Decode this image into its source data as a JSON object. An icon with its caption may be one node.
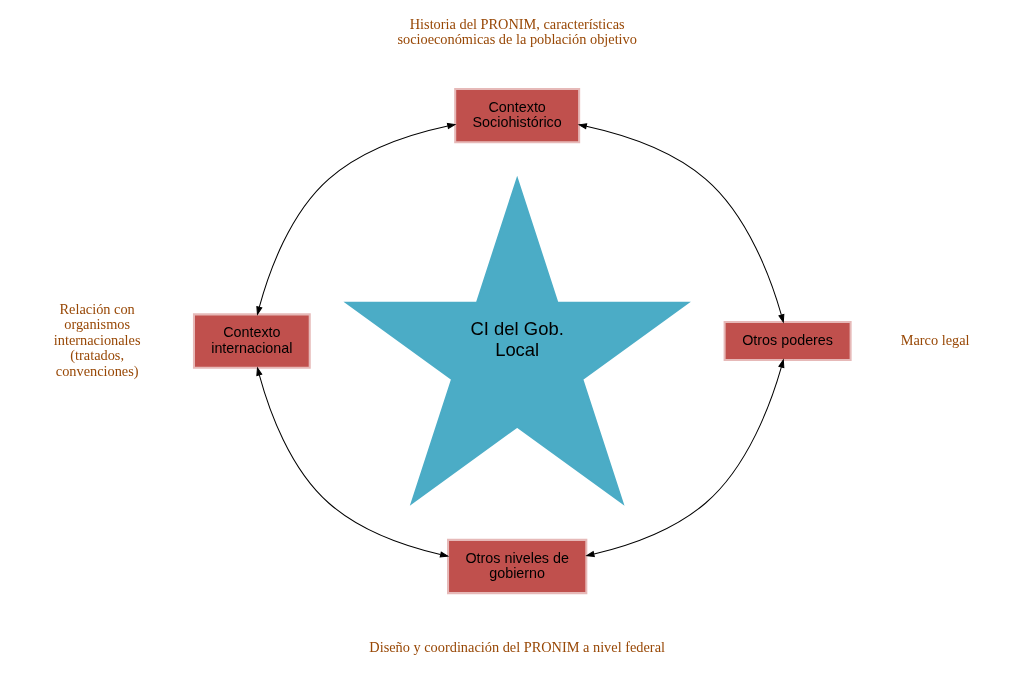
{
  "diagram": {
    "nodes": [
      {
        "text": [
          "Contexto Sociohistórico"
        ],
        "beside": [
          "Historia del PRONIM, características socioeconómicas de la población objetivo"
        ]
      },
      {
        "text": [
          "Contexto internacional"
        ],
        "beside": [
          "Relación con organismos internacionales (tratados, convenciones)"
        ]
      },
      {
        "text": [
          "CI del Gob. Local"
        ]
      },
      {
        "text": [
          "Otros poderes"
        ],
        "beside": [
          "Marco legal"
        ]
      },
      {
        "text": [
          "Otros niveles de gobierno"
        ],
        "beside": [
          "Diseño y coordinación del PRONIM a nivel federal"
        ]
      }
    ],
    "edges": [
      {
        "from": 0,
        "to": 3,
        "arrow": "both"
      },
      {
        "from": 3,
        "to": 4,
        "arrow": "both"
      },
      {
        "from": 4,
        "to": 1,
        "arrow": "both"
      },
      {
        "from": 1,
        "to": 0,
        "arrow": "both"
      }
    ]
  }
}
